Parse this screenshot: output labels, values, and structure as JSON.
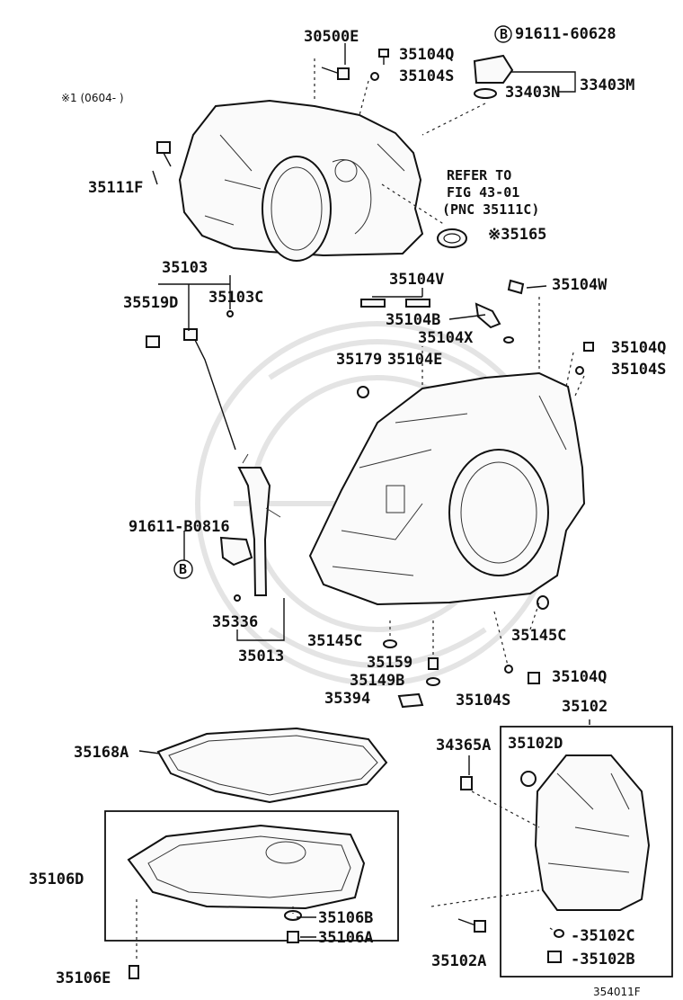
{
  "diagram": {
    "note": "※1 (0604-   )",
    "figure_id": "354011F",
    "refer_text": [
      "REFER TO",
      "FIG 43-01",
      "(PNC 35111C)"
    ],
    "labels": {
      "l30500E": "30500E",
      "l35104Q_top": "35104Q",
      "l35104S_top": "35104S",
      "l91611_60628": "91611-60628",
      "lB_top": "B",
      "l33403M": "33403M",
      "l33403N": "33403N",
      "l35111F": "35111F",
      "l35165": "※35165",
      "l35103": "35103",
      "l35519D": "35519D",
      "l35103C": "35103C",
      "l35104V": "35104V",
      "l35104W": "35104W",
      "l35104B": "35104B",
      "l35104X": "35104X",
      "l35104Q_mid": "35104Q",
      "l35104S_mid": "35104S",
      "l35179": "35179",
      "l35104E": "35104E",
      "l91611_B0816": "91611-B0816",
      "lB_mid": "B",
      "l35336": "35336",
      "l35013": "35013",
      "l35145C_left": "35145C",
      "l35145C_right": "35145C",
      "l35159": "35159",
      "l35149B": "35149B",
      "l35104Q_low": "35104Q",
      "l35394": "35394",
      "l35104S_low": "35104S",
      "l35102": "35102",
      "l35168A": "35168A",
      "l34365A": "34365A",
      "l35102D": "35102D",
      "l35106D": "35106D",
      "l35106B": "35106B",
      "l35106A": "35106A",
      "l35102A": "35102A",
      "l35102C": "-35102C",
      "l35102B": "-35102B",
      "l35106E": "35106E"
    }
  }
}
